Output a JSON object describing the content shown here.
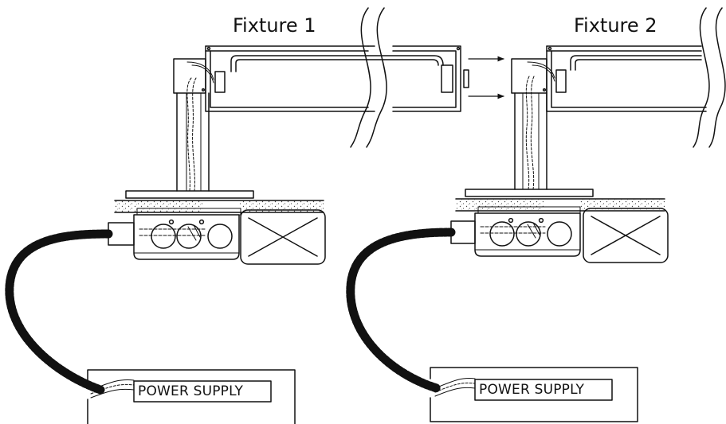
{
  "fixtures": [
    {
      "label": "Fixture 1",
      "supply_label": "POWER SUPPLY"
    },
    {
      "label": "Fixture 2",
      "supply_label": "POWER SUPPLY"
    }
  ],
  "colors": {
    "line": "#111111",
    "background": "#ffffff"
  }
}
